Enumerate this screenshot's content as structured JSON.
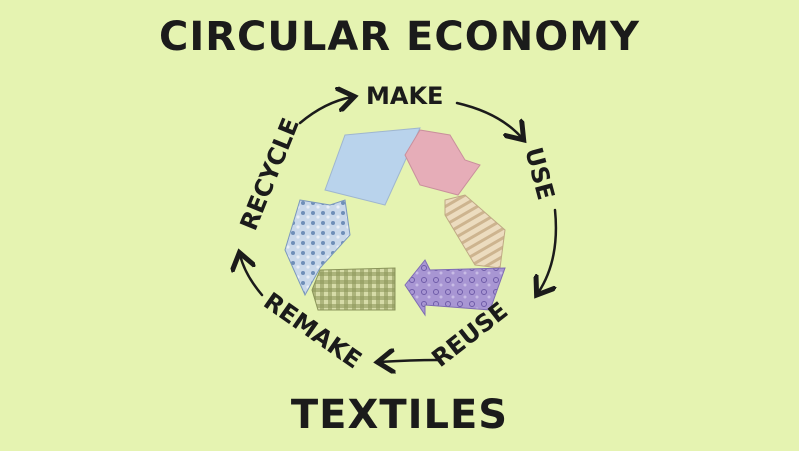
{
  "heading": {
    "top": "CIRCULAR ECONOMY",
    "bottom": "TEXTILES"
  },
  "cycle": {
    "stages": [
      "MAKE",
      "USE",
      "REUSE",
      "REMAKE",
      "RECYCLE"
    ],
    "direction": "clockwise"
  },
  "symbol": {
    "name": "recycle-symbol",
    "fabric_pieces": [
      {
        "name": "light-blue-fabric",
        "color": "#b9d3ec"
      },
      {
        "name": "pink-fabric",
        "color": "#e6adb8"
      },
      {
        "name": "striped-beige-fabric",
        "color": "#e8d6b8"
      },
      {
        "name": "purple-paisley-fabric",
        "color": "#a592cf"
      },
      {
        "name": "green-gingham-fabric",
        "color": "#b8bf84"
      },
      {
        "name": "blue-floral-fabric",
        "color": "#aec3dd"
      }
    ]
  },
  "colors": {
    "background": "#e5f3b1",
    "ink": "#1b1b1b"
  }
}
